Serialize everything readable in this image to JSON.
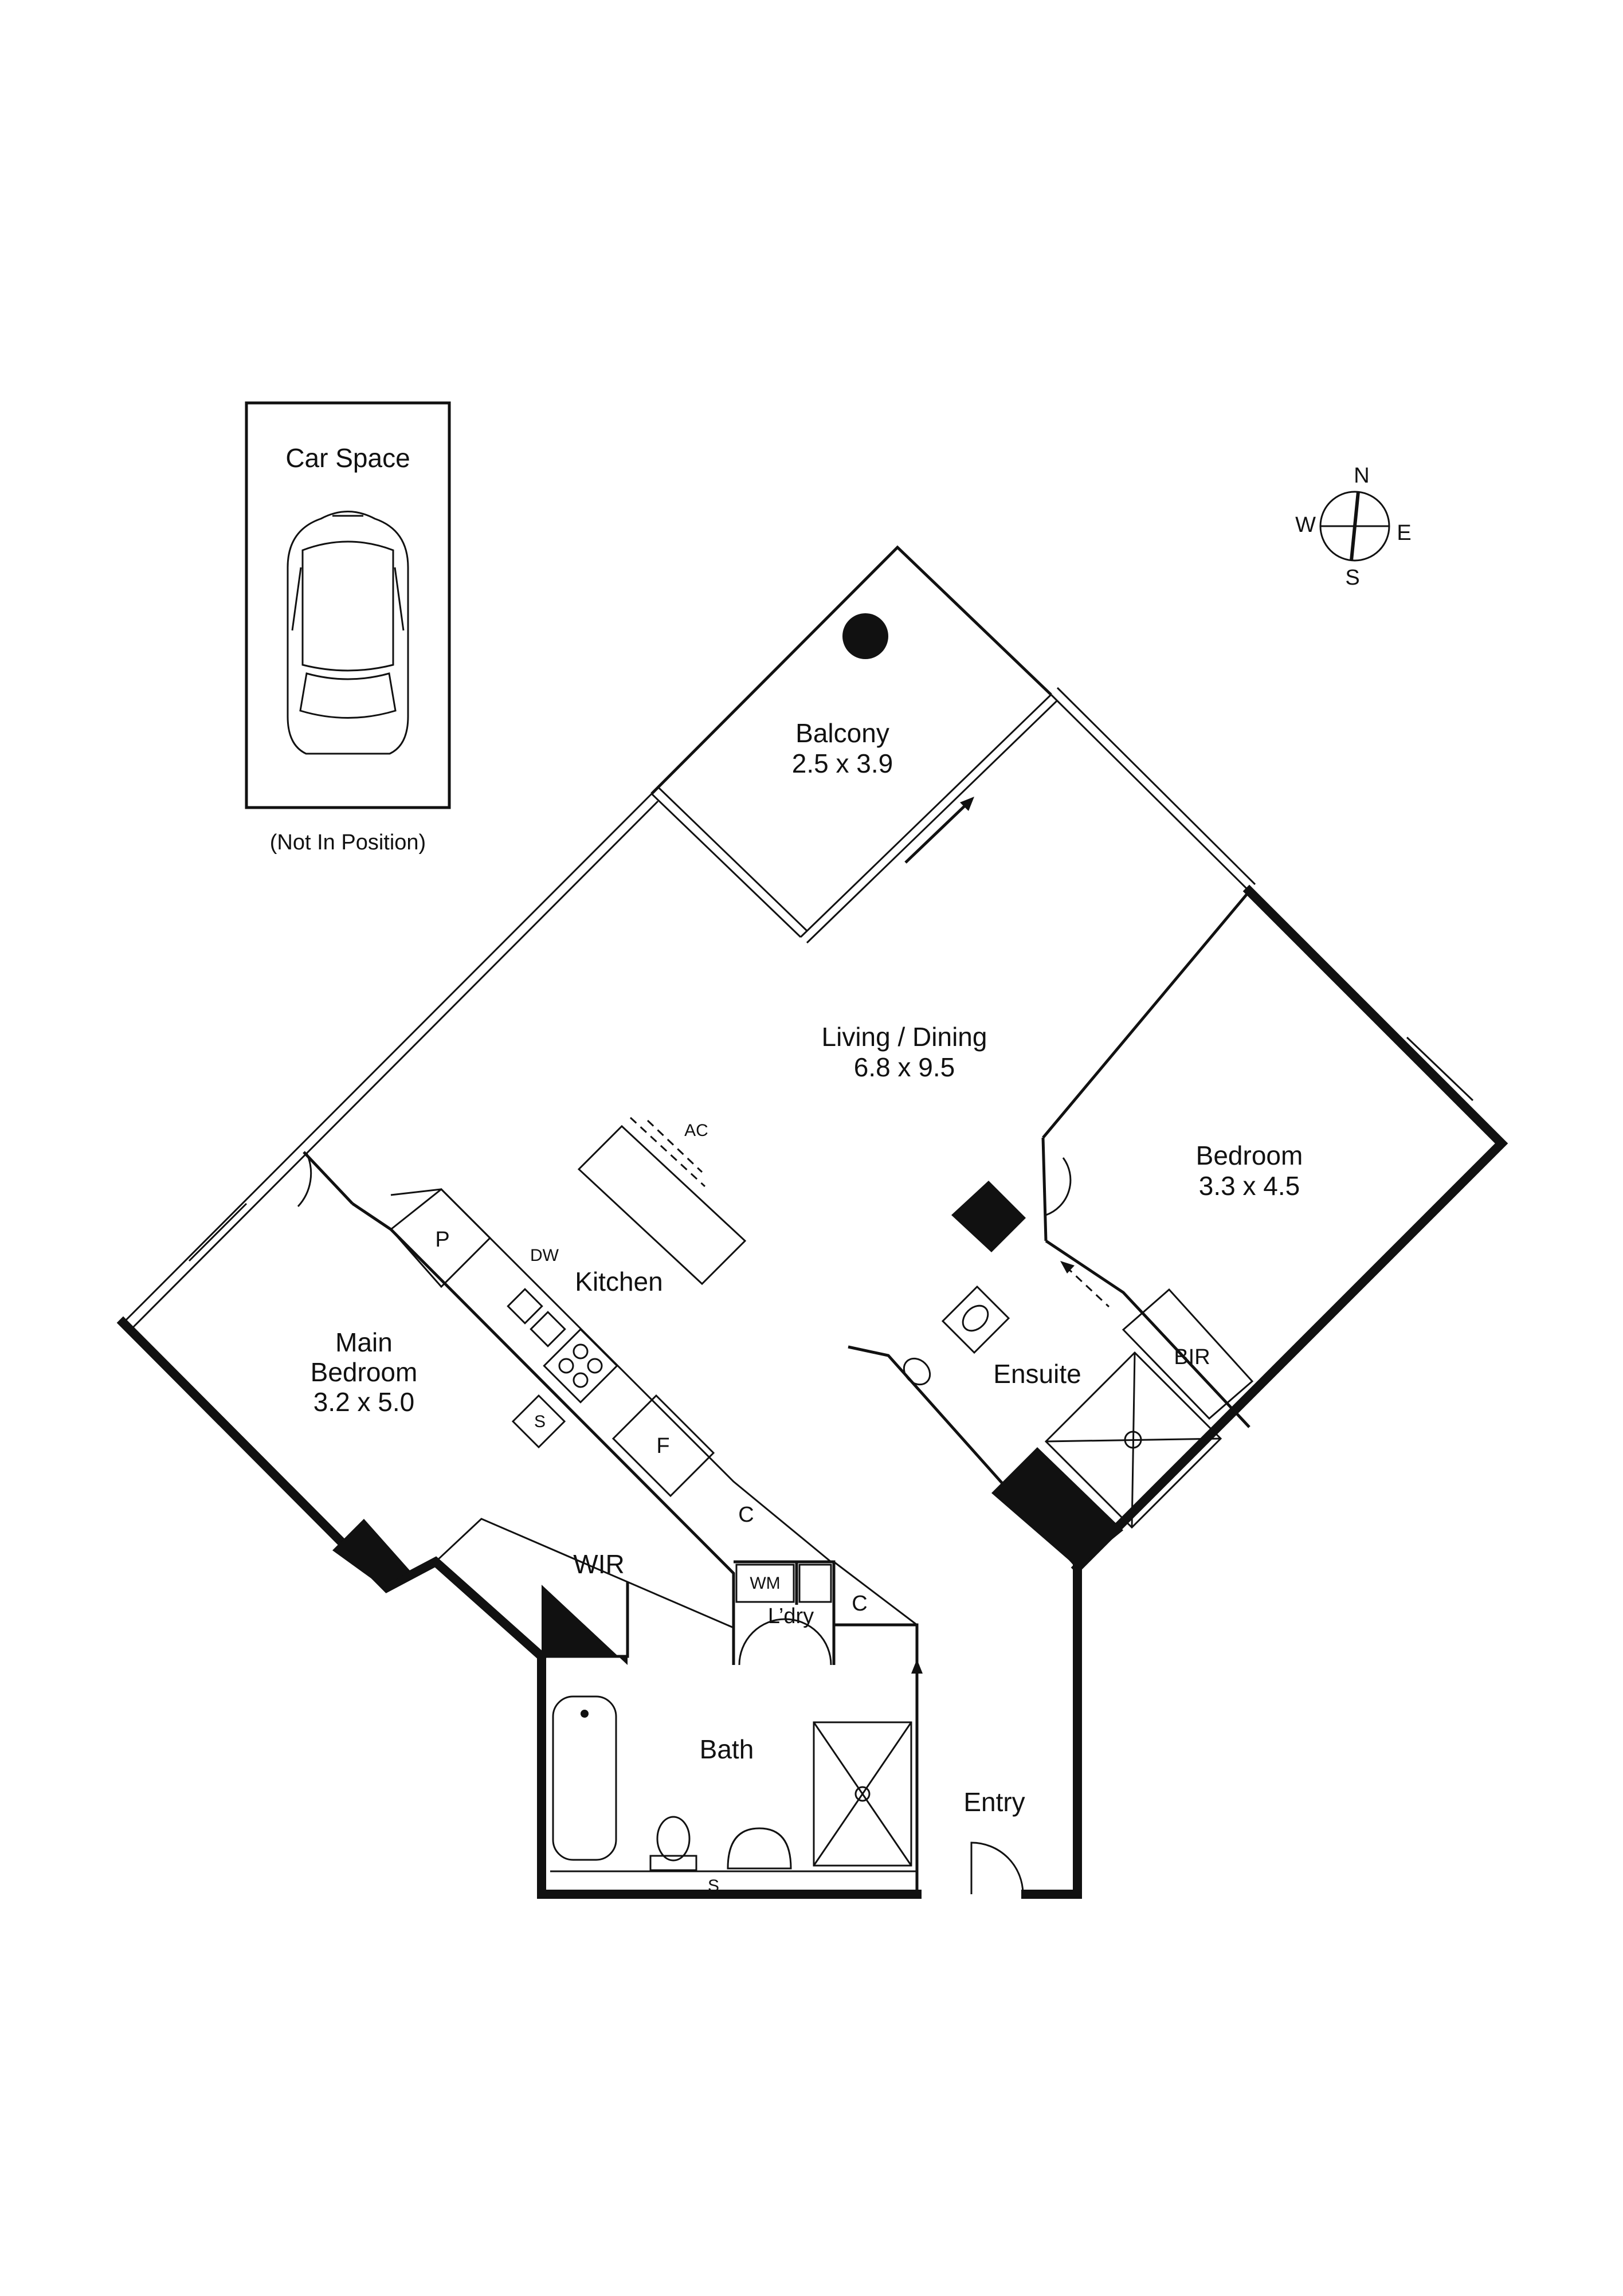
{
  "car_space": {
    "label": "Car Space",
    "note": "(Not In Position)"
  },
  "compass": {
    "n": "N",
    "s": "S",
    "e": "E",
    "w": "W"
  },
  "rooms": {
    "balcony": {
      "name": "Balcony",
      "size": "2.5 x 3.9"
    },
    "living": {
      "name": "Living / Dining",
      "size": "6.8 x 9.5"
    },
    "bedroom": {
      "name": "Bedroom",
      "size": "3.3 x 4.5"
    },
    "main_bedroom": {
      "name_line1": "Main",
      "name_line2": "Bedroom",
      "size": "3.2 x 5.0"
    },
    "kitchen": {
      "name": "Kitchen"
    },
    "ensuite": {
      "name": "Ensuite"
    },
    "wir": {
      "name": "WIR"
    },
    "bath": {
      "name": "Bath"
    },
    "entry": {
      "name": "Entry"
    },
    "laundry": {
      "name": "L’dry"
    }
  },
  "fixtures": {
    "ac": "AC",
    "dw": "DW",
    "pantry": "P",
    "fridge": "F",
    "cupboard_kitchen": "C",
    "cupboard_entry": "C",
    "shelf_kitchen": "S",
    "shelf_bath": "S",
    "wm": "WM",
    "bir": "BIR"
  }
}
